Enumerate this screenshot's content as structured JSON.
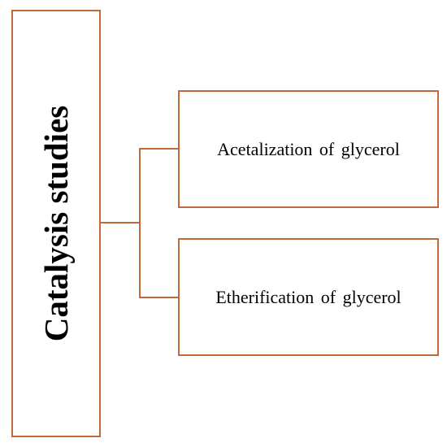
{
  "diagram": {
    "root": {
      "label": "Catalysis studies"
    },
    "children": [
      {
        "label": "Acetalization of glycerol"
      },
      {
        "label": "Etherification of glycerol"
      }
    ]
  },
  "colors": {
    "border": "#c0693a",
    "connector": "#c0693a",
    "text": "#000000",
    "background": "#ffffff"
  }
}
